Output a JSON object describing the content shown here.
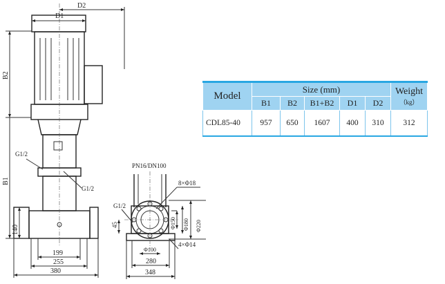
{
  "drawing": {
    "front": {
      "d1": "D1",
      "d2": "D2",
      "b1": "B1",
      "b2": "B2",
      "g_upper": "G1/2",
      "g_lower": "G1/2",
      "h140": "140",
      "w199": "199",
      "w255": "255",
      "w380": "380"
    },
    "side": {
      "pn": "PN16/DN100",
      "bolt_holes": "8×Φ18",
      "g": "G1/2",
      "h45": "45",
      "phi150": "Φ150",
      "phi180": "Φ180",
      "phi220": "Φ220",
      "base_holes": "4×Φ14",
      "phi100": "Φ100",
      "w280": "280",
      "w348": "348"
    }
  },
  "table": {
    "headers": {
      "model": "Model",
      "size": "Size (mm)",
      "weight": "Weight",
      "weight_unit": "（kg）"
    },
    "sub_headers": [
      "B1",
      "B2",
      "B1+B2",
      "D1",
      "D2"
    ],
    "rows": [
      {
        "model": "CDL85-40",
        "b1": "957",
        "b2": "650",
        "b1b2": "1607",
        "d1": "400",
        "d2": "310",
        "weight": "312"
      }
    ]
  },
  "colors": {
    "header_bg": "#9fd3f1",
    "border": "#29a7e2"
  }
}
